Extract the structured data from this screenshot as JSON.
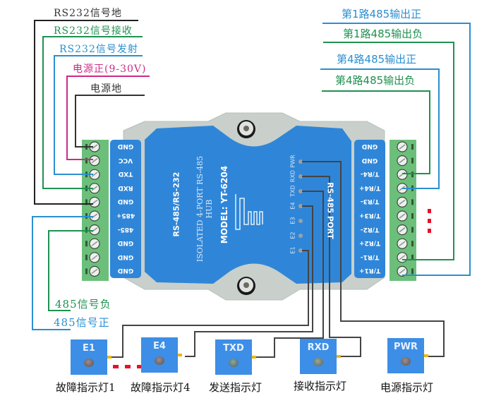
{
  "diagram": {
    "title": "YT-6204 RS-485/RS-232 isolated 4-port RS-485 hub wiring diagram",
    "device": {
      "line1": "RS-485/RS-232",
      "line2": "ISOLATED 4-PORT RS-485 HUB",
      "model": "MODEL: YT-6204",
      "port_label": "RS-485 PORT",
      "led_labels": [
        "E1",
        "E2",
        "E3",
        "E4",
        "TXD",
        "RXD",
        "PWR"
      ],
      "body_color": "#c8cec9",
      "panel_color": "#2f86d8"
    },
    "left_terminal": {
      "pins": [
        "GND",
        "VCC",
        "TXD",
        "RXD",
        "GND",
        "485+",
        "485-",
        "GND",
        "GND",
        "GND"
      ]
    },
    "right_terminal": {
      "pins": [
        "GND",
        "GND",
        "T/R4-",
        "T/R4+",
        "T/R3-",
        "T/R3+",
        "T/R2-",
        "T/R2+",
        "T/R1-",
        "T/R1+"
      ]
    },
    "left_labels": [
      {
        "text": "RS232信号地",
        "color": "#333333",
        "pin": "GND"
      },
      {
        "text": "RS232信号接收",
        "color": "#1f9150",
        "pin": "RXD"
      },
      {
        "text": "RS232信号发射",
        "color": "#2b8fd0",
        "pin": "TXD"
      },
      {
        "text": "电源正(9-30V)",
        "color": "#cc2b84",
        "pin": "VCC"
      },
      {
        "text": "电源地",
        "color": "#333333",
        "pin": "GND"
      }
    ],
    "bottom_left_labels": [
      {
        "text": "485信号负",
        "color": "#1f9150",
        "pin": "485-"
      },
      {
        "text": "485信号正",
        "color": "#2b8fd0",
        "pin": "485+"
      }
    ],
    "right_labels": [
      {
        "text": "第1路485输出正",
        "color": "#2b8fd0",
        "pin": "T/R1+"
      },
      {
        "text": "第1路485输出负",
        "color": "#1f9150",
        "pin": "T/R1-"
      },
      {
        "text": "第4路485输出正",
        "color": "#2b8fd0",
        "pin": "T/R4+"
      },
      {
        "text": "第4路485输出负",
        "color": "#1f9150",
        "pin": "T/R4-"
      }
    ],
    "ellipsis_marker": "⋮",
    "indicators": [
      {
        "code": "E1",
        "caption": "故障指示灯1"
      },
      {
        "code": "E4",
        "caption": "故障指示灯4"
      },
      {
        "code": "TXD",
        "caption": "发送指示灯"
      },
      {
        "code": "RXD",
        "caption": "接收指示灯"
      },
      {
        "code": "PWR",
        "caption": "电源指示灯"
      }
    ]
  }
}
